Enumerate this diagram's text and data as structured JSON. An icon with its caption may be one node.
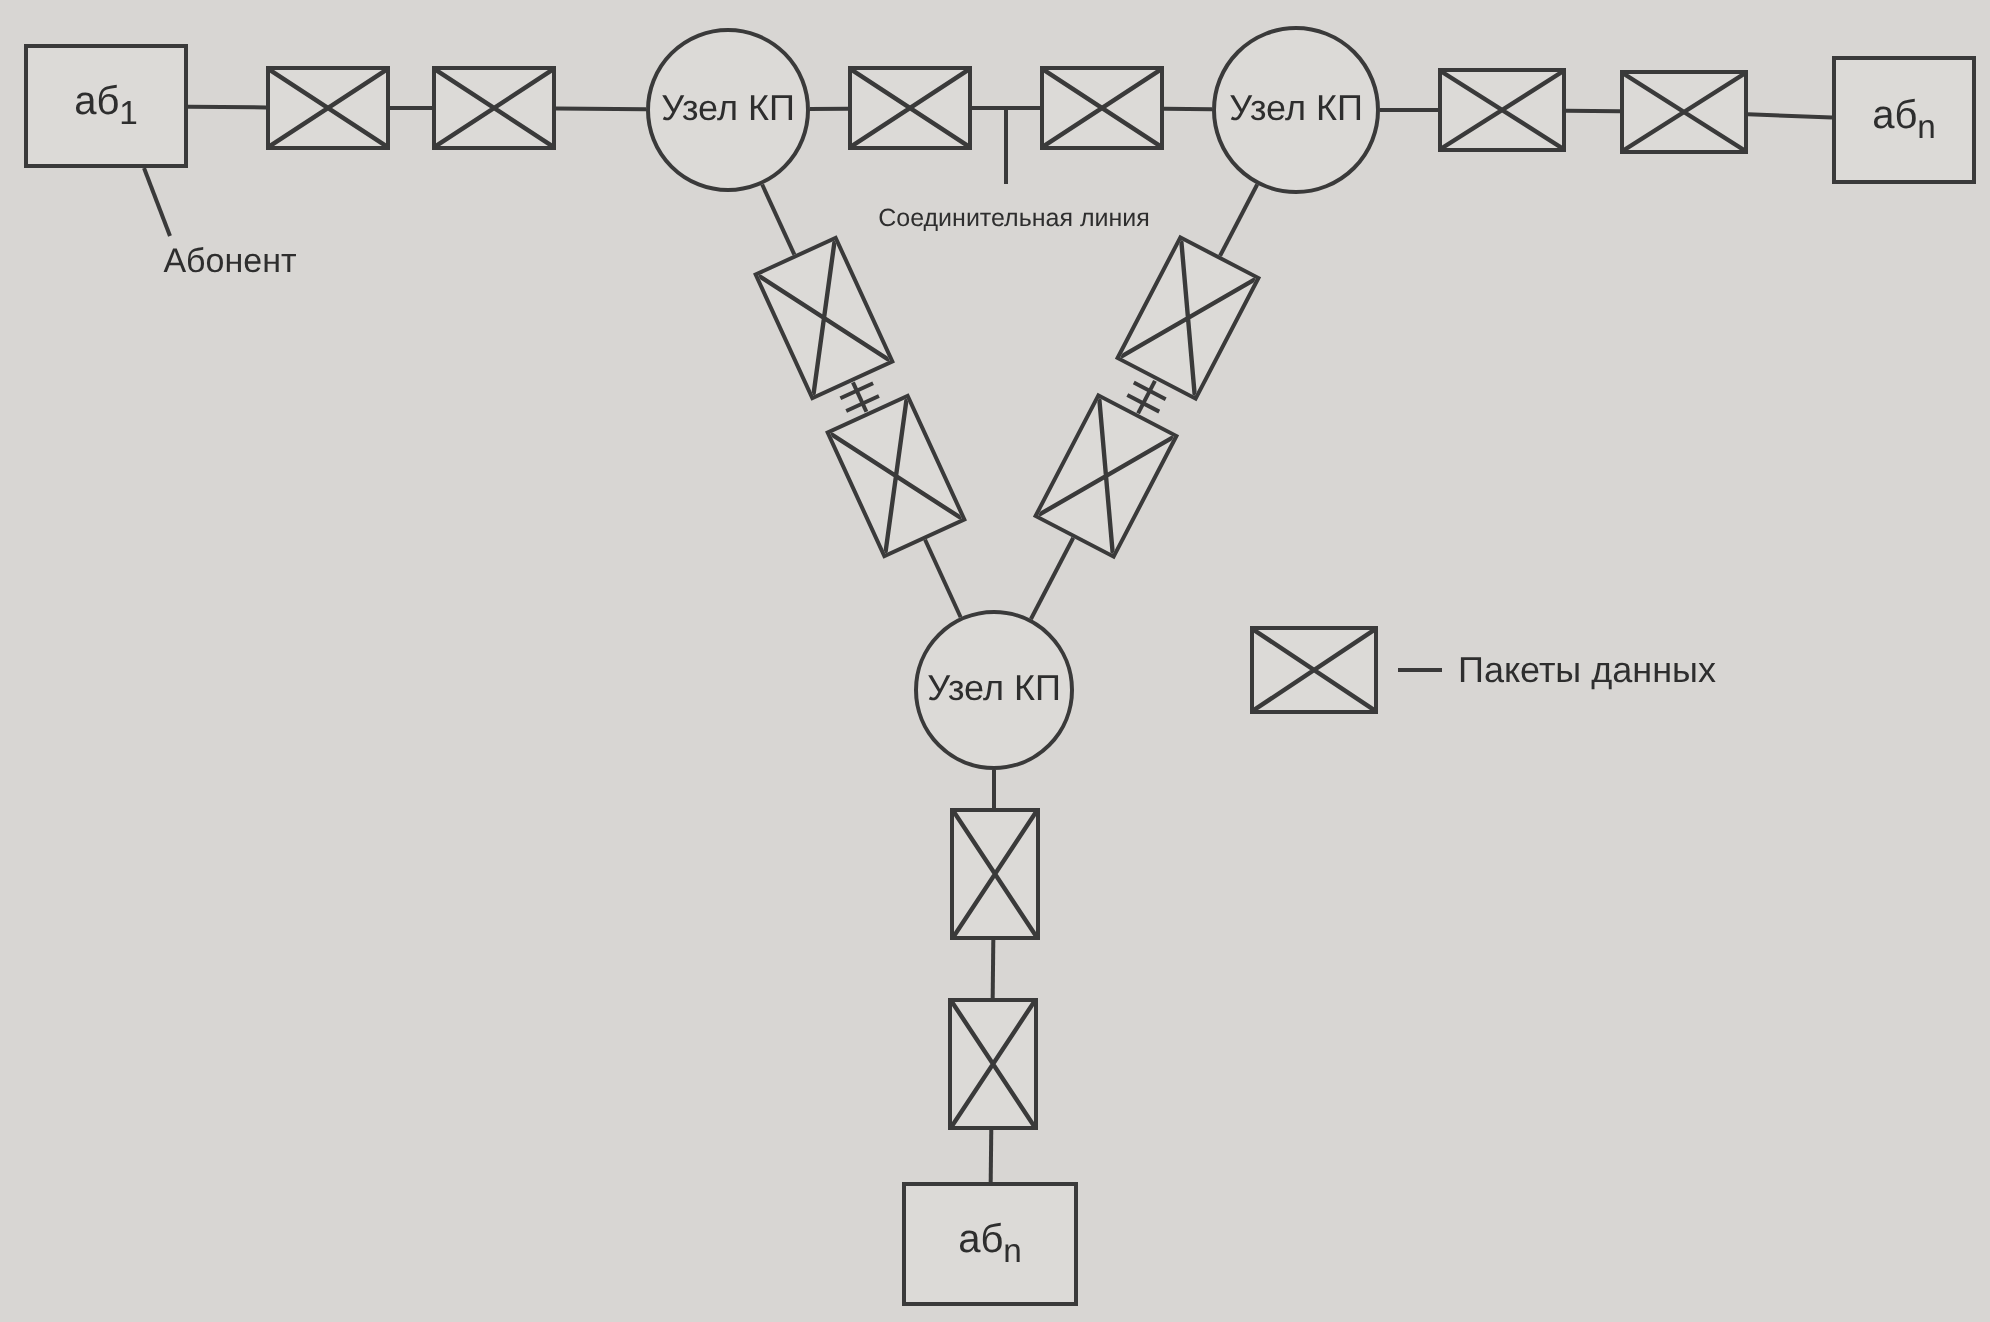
{
  "diagram": {
    "nodes": [
      {
        "text": [
          "аб$_{1}$"
        ]
      },
      {
        "text": [],
        "shape": "box"
      },
      {
        "text": [],
        "shape": "box"
      },
      {
        "text": [
          "Узел КП"
        ]
      },
      {
        "text": [],
        "shape": "box"
      },
      {
        "text": [],
        "shape": "box"
      },
      {
        "text": [
          "Узел КП"
        ]
      },
      {
        "text": [],
        "shape": "box"
      },
      {
        "text": [],
        "shape": "box"
      },
      {
        "text": [
          "аб$_{n}$"
        ]
      },
      {
        "text": [
          "Абонент"
        ]
      },
      {
        "text": [
          "Соединительная линия"
        ]
      },
      {
        "text": [],
        "shape": "box"
      },
      {
        "text": [],
        "shape": "box"
      },
      {
        "text": [],
        "shape": "box"
      },
      {
        "text": [],
        "shape": "box"
      },
      {
        "text": [
          "Узел КП"
        ]
      },
      {
        "text": [],
        "shape": "box"
      },
      {
        "text": [],
        "shape": "box"
      },
      {
        "text": [
          "аб$_{n}$"
        ]
      }
    ],
    "edges": [
      {
        "from": 0,
        "to": 1,
        "arrow": "none"
      },
      {
        "from": 1,
        "to": 2,
        "arrow": "none"
      },
      {
        "from": 2,
        "to": 3,
        "arrow": "none"
      },
      {
        "from": 3,
        "to": 4,
        "arrow": "none"
      },
      {
        "from": 4,
        "to": 5,
        "arrow": "none"
      },
      {
        "from": 5,
        "to": 6,
        "arrow": "none"
      },
      {
        "from": 6,
        "to": 7,
        "arrow": "none"
      },
      {
        "from": 7,
        "to": 8,
        "arrow": "none"
      },
      {
        "from": 8,
        "to": 9,
        "arrow": "none"
      },
      {
        "from": 10,
        "to": 0,
        "arrow": "none"
      },
      {
        "from": 11,
        "to": null,
        "arrow": "none"
      },
      {
        "from": 3,
        "to": 12,
        "arrow": "none"
      },
      {
        "from": 12,
        "to": 13,
        "arrow": "none"
      },
      {
        "from": 13,
        "to": 16,
        "arrow": "none"
      },
      {
        "from": 6,
        "to": 14,
        "arrow": "none"
      },
      {
        "from": 14,
        "to": 15,
        "arrow": "none"
      },
      {
        "from": 15,
        "to": 16,
        "arrow": "none"
      },
      {
        "from": 16,
        "to": 17,
        "arrow": "none"
      },
      {
        "from": 17,
        "to": 18,
        "arrow": "none"
      },
      {
        "from": 18,
        "to": 19,
        "arrow": "none"
      }
    ],
    "legend": [
      {
        "text": "Пакеты данных"
      }
    ]
  }
}
